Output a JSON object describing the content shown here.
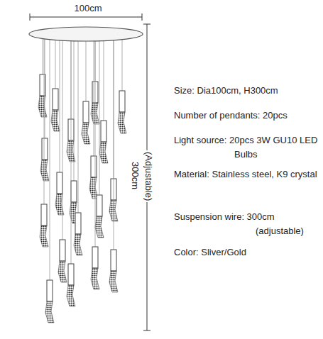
{
  "diagram": {
    "labels": [
      "100cm",
      "(Adjustable)",
      "300cm",
      "Size: Dia100cm, H300cm",
      "Number of pendants: 20pcs",
      "Light source: 20pcs 3W GU10 LED Bulbs",
      "Material: Stainless steel, K9 crystal",
      "Suspension wire: 300cm (adjustable)",
      "Color: Sliver/Gold"
    ]
  }
}
